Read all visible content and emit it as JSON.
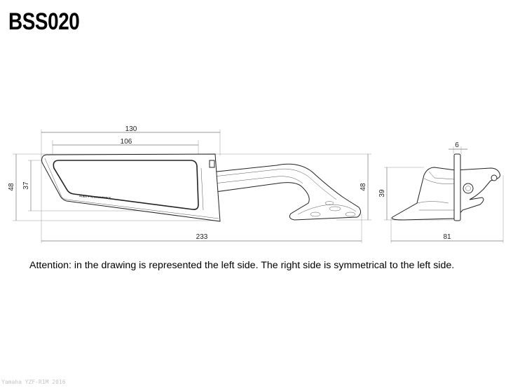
{
  "title": "BSS020",
  "note": "Attention: in the drawing is represented the left side. The right side is symmetrical to the left side.",
  "footer": "Yamaha YZF-R1M 2016",
  "mirror_marking": "ALIEN V2 DOWNFORCE",
  "dimensions": {
    "mirror_width": "130",
    "glass_width": "106",
    "mirror_height": "48",
    "glass_height": "37",
    "total_length": "233",
    "arm_height": "48",
    "side_height": "39",
    "side_depth": "81",
    "plate_thickness": "6"
  }
}
